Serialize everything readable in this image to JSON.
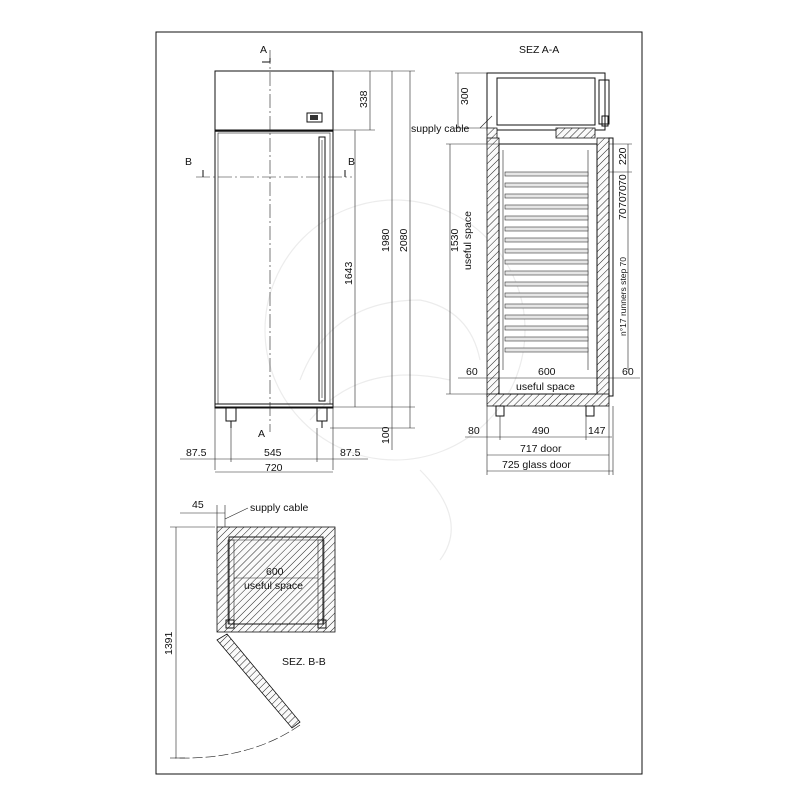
{
  "front_view": {
    "section_a": "A",
    "section_b": "B",
    "dim_height_top": "338",
    "dim_height_door": "1643",
    "dim_height_body": "1980",
    "dim_height_total": "2080",
    "dim_feet": "100",
    "dim_side_left": "87.5",
    "dim_inner_width": "545",
    "dim_side_right": "87.5",
    "dim_total_width": "720"
  },
  "section_aa": {
    "title": "SEZ A-A",
    "dim_top": "300",
    "supply_cable": "supply cable",
    "dim_first_runner": "220",
    "runner_steps": [
      "70",
      "70",
      "70",
      "70"
    ],
    "dim_useful_height": "1530",
    "useful_space_vertical": "useful space",
    "runners_note": "n°17 runners step 70",
    "dim_left_gap": "60",
    "dim_inner_width": "600",
    "dim_right_gap": "60",
    "useful_space_horizontal": "useful space",
    "dim_front": "80",
    "dim_depth": "490",
    "dim_back": "147",
    "dim_door": "717 door",
    "dim_glass_door": "725 glass door"
  },
  "section_bb": {
    "title": "SEZ. B-B",
    "dim_cable_offset": "45",
    "supply_cable": "supply cable",
    "dim_inner_width": "600",
    "useful_space": "useful space",
    "dim_door_swing": "1391"
  }
}
